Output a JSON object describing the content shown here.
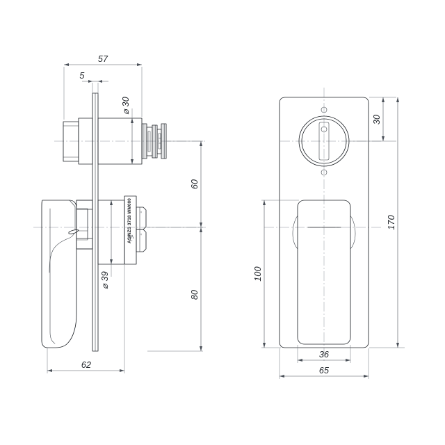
{
  "drawing": {
    "type": "engineering-dimension-drawing",
    "subject": "Wall mixer diverter / shower mixer rough-in body with lever handle",
    "background_color": "#ffffff",
    "line_color": "#22262b",
    "dimension_color": "#4a5058",
    "units": "mm",
    "views": [
      {
        "name": "side-elevation",
        "position": "left",
        "description": "Side section view showing spindle body, wall plate, lever handle and outlets"
      },
      {
        "name": "front-elevation",
        "position": "right",
        "description": "Front view of rectangular face plate with round diverter knob and lever handle"
      }
    ],
    "dimensions": {
      "left_view": [
        {
          "id": "dim-57",
          "label": "57",
          "orientation": "horizontal",
          "location": "top"
        },
        {
          "id": "dim-5",
          "label": "5",
          "orientation": "horizontal",
          "location": "top-inner"
        },
        {
          "id": "dim-d30",
          "label": "⌀ 30",
          "orientation": "vertical",
          "location": "upper-body-diameter"
        },
        {
          "id": "dim-d39",
          "label": "⌀ 39",
          "orientation": "vertical",
          "location": "lower-body-diameter"
        },
        {
          "id": "dim-60",
          "label": "60",
          "orientation": "vertical",
          "location": "right-upper"
        },
        {
          "id": "dim-80",
          "label": "80",
          "orientation": "vertical",
          "location": "right-lower"
        },
        {
          "id": "dim-62",
          "label": "62",
          "orientation": "horizontal",
          "location": "bottom"
        }
      ],
      "right_view": [
        {
          "id": "dim-30",
          "label": "30",
          "orientation": "vertical",
          "location": "right-top"
        },
        {
          "id": "dim-170",
          "label": "170",
          "orientation": "vertical",
          "location": "right-full-height"
        },
        {
          "id": "dim-100",
          "label": "100",
          "orientation": "vertical",
          "location": "left-lever-height"
        },
        {
          "id": "dim-36",
          "label": "36",
          "orientation": "horizontal",
          "location": "bottom-inner"
        },
        {
          "id": "dim-65",
          "label": "65",
          "orientation": "horizontal",
          "location": "bottom-outer"
        }
      ]
    },
    "watermark_label": {
      "text": "AS/NZS 3718 WM000",
      "rotation": "vertical",
      "standard": "AS/NZS 3718"
    }
  }
}
